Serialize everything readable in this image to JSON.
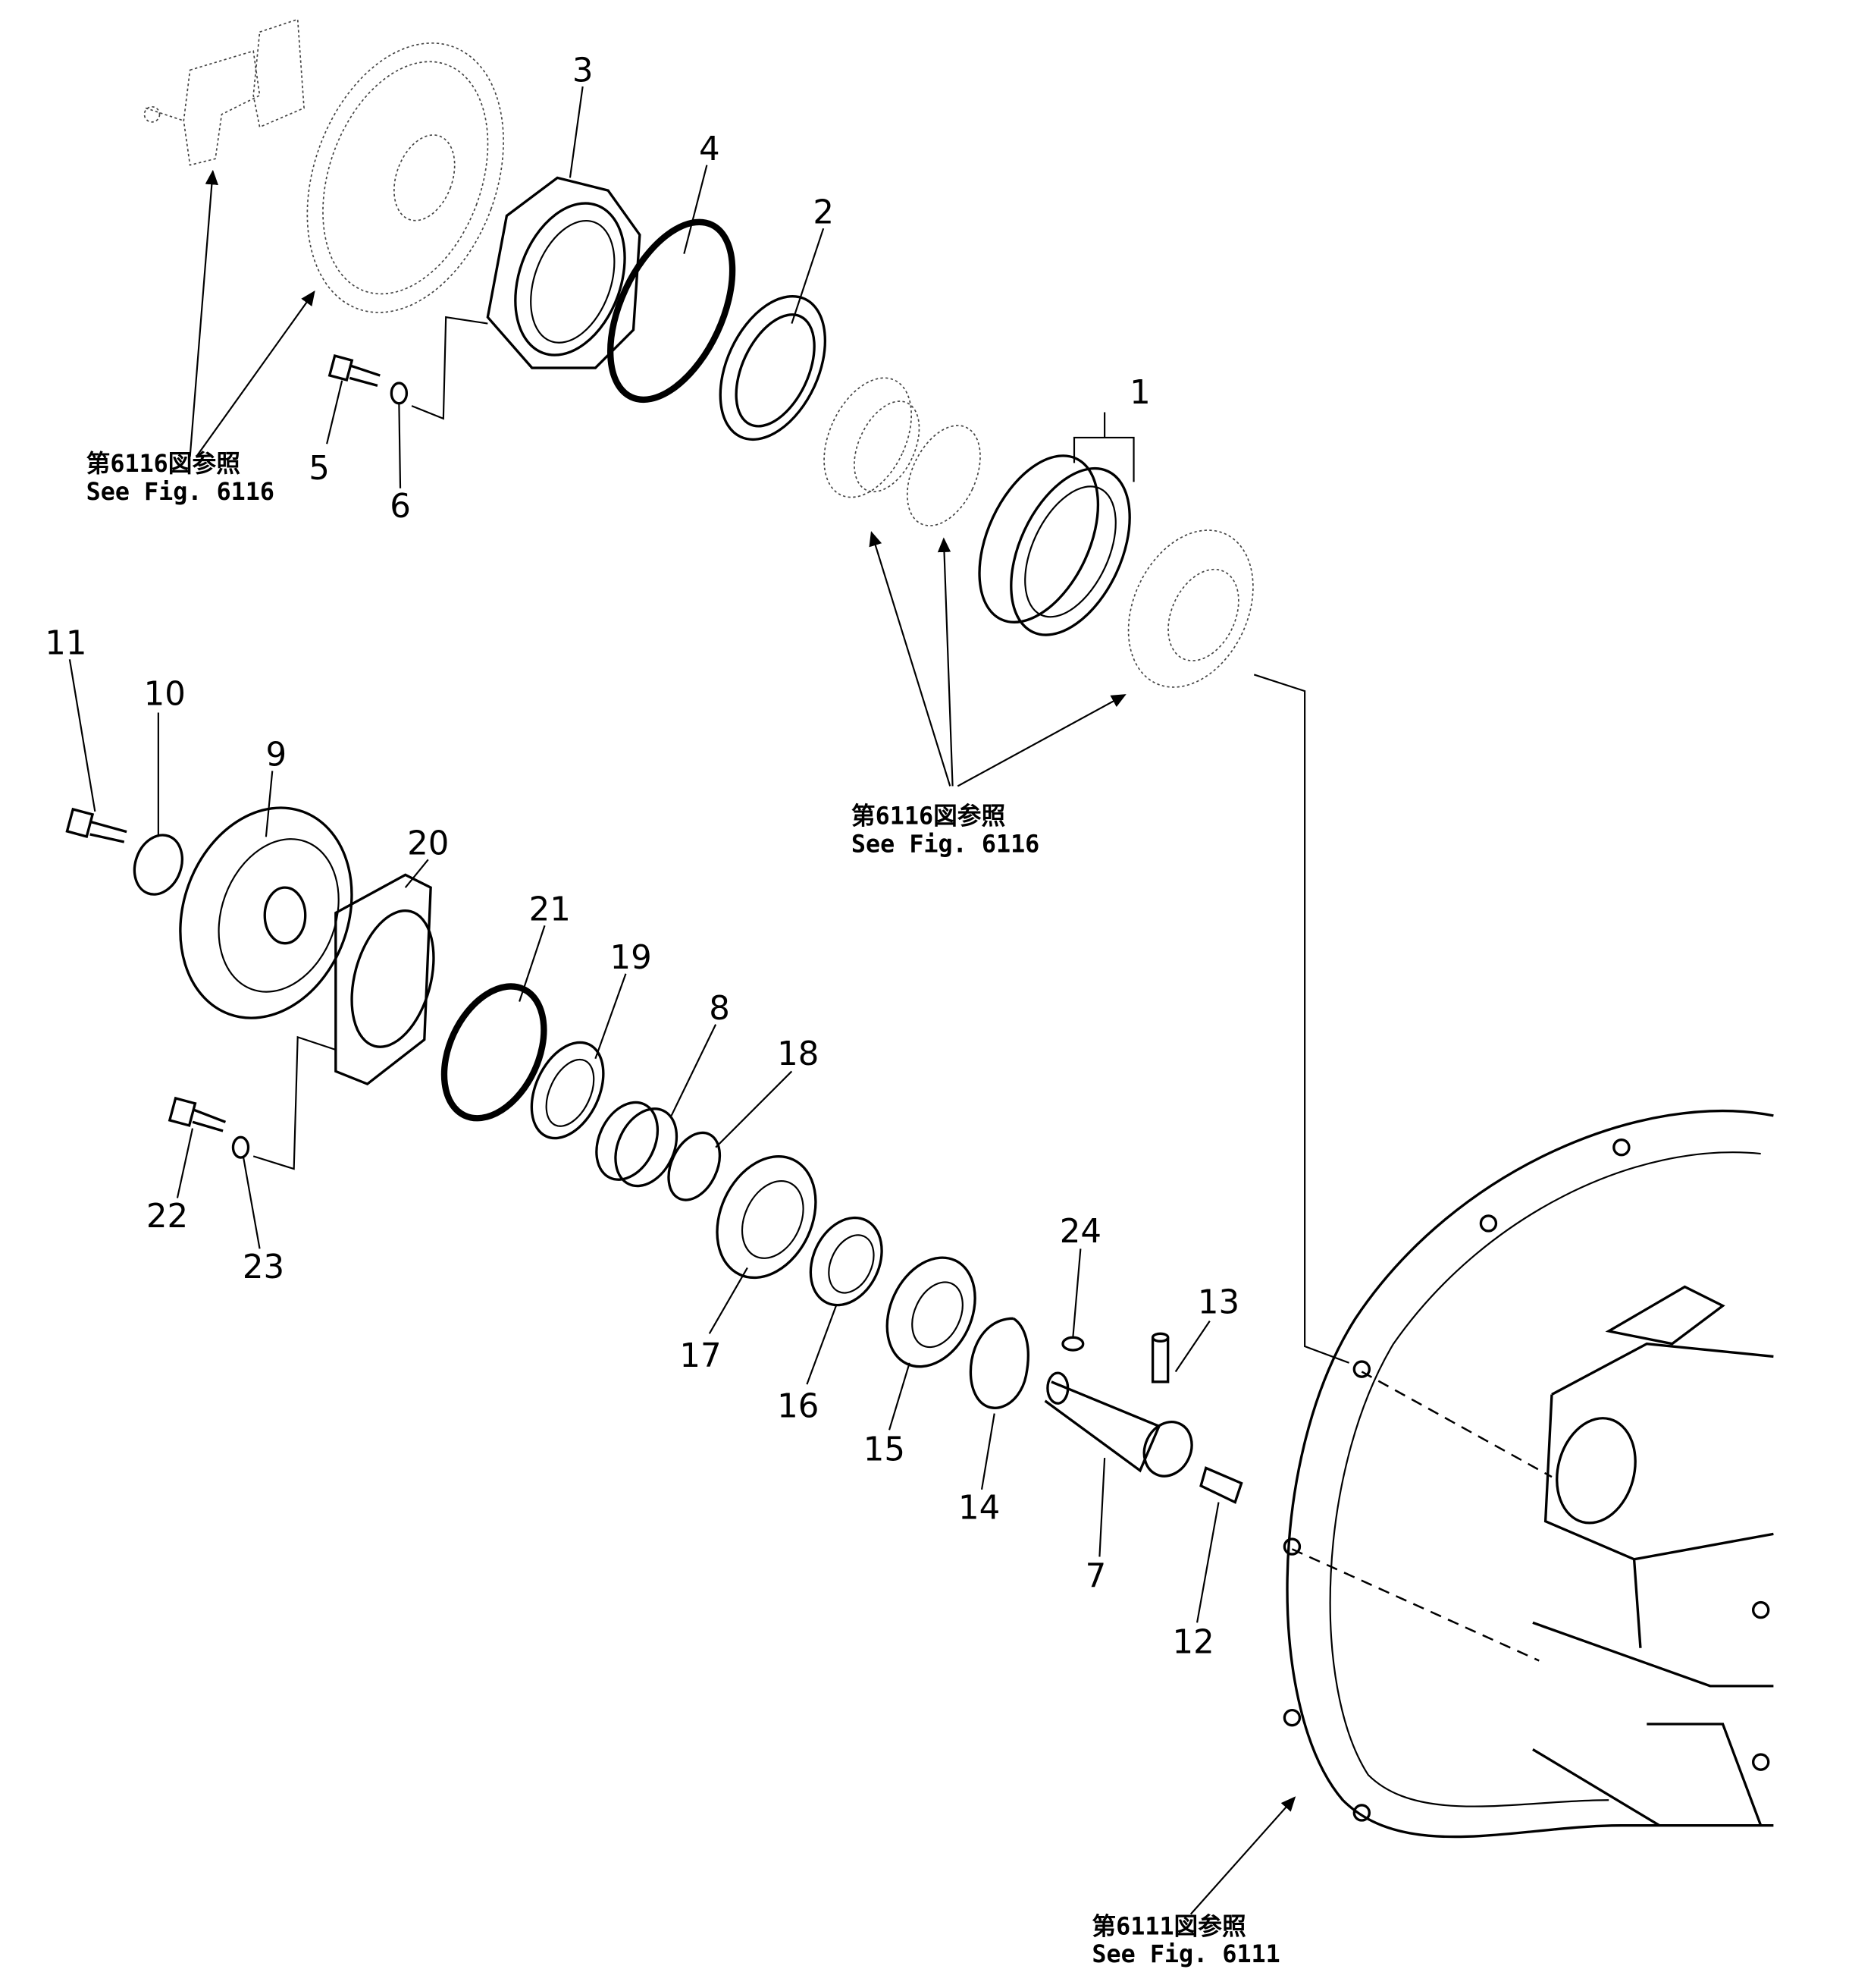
{
  "parts": {
    "p1": "1",
    "p2": "2",
    "p3": "3",
    "p4": "4",
    "p5": "5",
    "p6": "6",
    "p7": "7",
    "p8": "8",
    "p9": "9",
    "p10": "10",
    "p11": "11",
    "p12": "12",
    "p13": "13",
    "p14": "14",
    "p15": "15",
    "p16": "16",
    "p17": "17",
    "p18": "18",
    "p19": "19",
    "p20": "20",
    "p21": "21",
    "p22": "22",
    "p23": "23",
    "p24": "24"
  },
  "references": {
    "top_left": {
      "jp": "第6116図参照",
      "en": "See Fig. 6116"
    },
    "middle": {
      "jp": "第6116図参照",
      "en": "See Fig. 6116"
    },
    "bottom": {
      "jp": "第6111図参照",
      "en": "See Fig. 6111"
    }
  }
}
